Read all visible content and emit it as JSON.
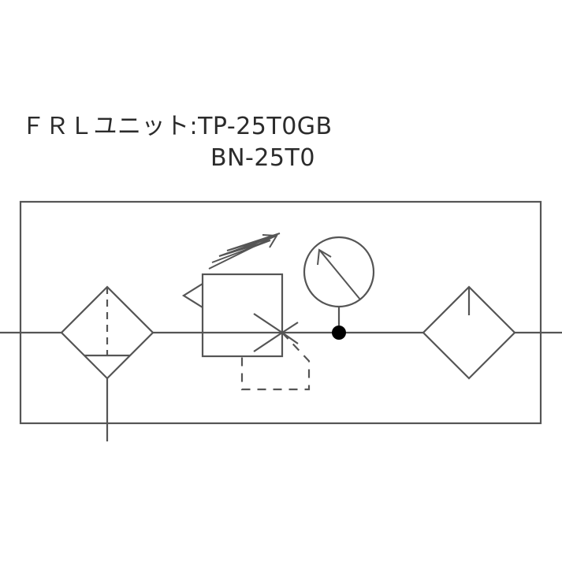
{
  "diagram": {
    "title_lines": [
      "ＦＲＬユニット:TP-25T0GB",
      "BN-25T0"
    ],
    "caption_line_1": "ＦＲＬユニット:TP-25T0GB",
    "caption_line_2": "BN-25T0",
    "type": "pneumatic-frl-unit-schematic",
    "line_color": "#555555",
    "text_color": "#2b2b2b",
    "background_color": "#ffffff",
    "accent_color": "#000000",
    "components": {
      "enclosure": {
        "name": "unit-enclosure-boundary",
        "style": "solid-rectangle"
      },
      "filter": {
        "name": "air-filter",
        "symbol": "diamond-with-dashed-center-and-bowl",
        "position": "left"
      },
      "regulator": {
        "name": "pressure-regulator",
        "symbol": "square-with-adjustable-spring-and-arrow",
        "position": "center-left"
      },
      "gauge": {
        "name": "pressure-gauge",
        "symbol": "circle-with-needle",
        "position": "center-right"
      },
      "lubricator": {
        "name": "lubricator",
        "symbol": "diamond-with-drip-line",
        "position": "right"
      },
      "junction": {
        "name": "line-junction-dot",
        "symbol": "filled-circle"
      },
      "drain": {
        "name": "filter-drain-line",
        "symbol": "vertical-line"
      },
      "pilot": {
        "name": "regulator-pilot-line",
        "symbol": "dashed-loop"
      },
      "inlet": {
        "name": "inlet-port-line",
        "symbol": "horizontal-line"
      },
      "outlet": {
        "name": "outlet-port-line",
        "symbol": "horizontal-line"
      }
    }
  }
}
